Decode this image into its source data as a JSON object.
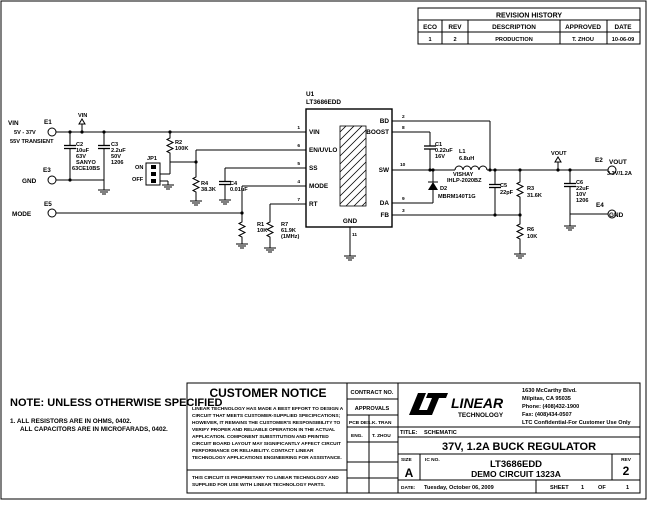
{
  "revision": {
    "title": "REVISION HISTORY",
    "headers": [
      "ECO",
      "REV",
      "DESCRIPTION",
      "APPROVED",
      "DATE"
    ],
    "row": [
      "1",
      "2",
      "PRODUCTION",
      "T. ZHOU",
      "10-06-09"
    ]
  },
  "ic": {
    "ref": "U1",
    "part": "LT3686EDD",
    "pins_left": [
      "VIN",
      "EN/UVLO",
      "SS",
      "MODE",
      "RT"
    ],
    "pins_left_num": [
      "1",
      "6",
      "5",
      "4",
      "7"
    ],
    "pins_right": [
      "BD",
      "BOOST",
      "SW",
      "DA",
      "FB"
    ],
    "pins_right_num": [
      "2",
      "8",
      "10",
      "9",
      "3"
    ],
    "gnd": "GND",
    "gnd_num": "11"
  },
  "terminals": {
    "e1": "E1",
    "e1_label": "VIN",
    "e1_note1": "5V - 37V",
    "e1_note2": "55V TRANSIENT",
    "e3": "E3",
    "e3_label": "GND",
    "e5": "E5",
    "e5_label": "MODE",
    "e2": "E2",
    "e2_label": "VOUT",
    "e2_note": "3.3V/1.2A",
    "e4": "E4",
    "e4_label": "GND"
  },
  "nets": {
    "vin": "VIN",
    "vout": "VOUT"
  },
  "parts": {
    "c2": [
      "C2",
      "10uF",
      "63V",
      "SANYO",
      "63CE10BS"
    ],
    "c3": [
      "C3",
      "2.2uF",
      "50V",
      "1206"
    ],
    "r2": [
      "R2",
      "100K"
    ],
    "jp1": [
      "JP1",
      "ON",
      "OFF"
    ],
    "r4": [
      "R4",
      "38.3K"
    ],
    "c4": [
      "C4",
      "0.01uF"
    ],
    "r1": [
      "R1",
      "10K"
    ],
    "r7": [
      "R7",
      "61.9K",
      "(1MHz)"
    ],
    "c1": [
      "C1",
      "0.22uF",
      "16V"
    ],
    "l1": [
      "L1",
      "6.8uH",
      "VISHAY",
      "IHLP-2020BZ"
    ],
    "d2": [
      "D2",
      "MBRM140T1G"
    ],
    "c5": [
      "C5",
      "22pF"
    ],
    "r3": [
      "R3",
      "31.6K"
    ],
    "r6": [
      "R6",
      "10K"
    ],
    "c6": [
      "C6",
      "22uF",
      "10V",
      "1206"
    ]
  },
  "notes": {
    "title": "NOTE: UNLESS OTHERWISE SPECIFIED",
    "line1": "1.  ALL RESISTORS ARE IN OHMS, 0402.",
    "line2": "ALL CAPACITORS ARE IN MICROFARADS, 0402."
  },
  "notice": {
    "title": "CUSTOMER NOTICE",
    "body": [
      "LINEAR TECHNOLOGY HAS MADE A BEST EFFORT TO DESIGN A",
      "CIRCUIT THAT MEETS CUSTOMER-SUPPLIED SPECIFICATIONS;",
      "HOWEVER, IT REMAINS THE CUSTOMER'S RESPONSIBILITY TO",
      "VERIFY PROPER AND RELIABLE OPERATION IN THE ACTUAL",
      "APPLICATION. COMPONENT SUBSTITUTION AND PRINTED",
      "CIRCUIT BOARD LAYOUT MAY SIGNIFICANTLY AFFECT CIRCUIT",
      "PERFORMANCE OR RELIABILITY. CONTACT LINEAR",
      "TECHNOLOGY APPLICATIONS ENGINEERING FOR ASSISTANCE."
    ],
    "footer": [
      "THIS CIRCUIT IS PROPRIETARY TO LINEAR TECHNOLOGY AND",
      "SUPPLIED FOR USE WITH LINEAR TECHNOLOGY PARTS."
    ]
  },
  "contract": {
    "contract_no": "CONTRACT NO.",
    "approvals": "APPROVALS",
    "pcb_des": "PCB DES.",
    "pcb_des_name": "K. TRAN",
    "eng": "ENG.",
    "eng_name": "T. ZHOU"
  },
  "company": {
    "logo": "LINEAR",
    "logo_sub": "TECHNOLOGY",
    "address": [
      "1630 McCarthy Blvd.",
      "Milpitas, CA 95035",
      "Phone: (408)432-1900",
      "Fax: (408)434-0507",
      "LTC Confidential-For Customer Use Only"
    ]
  },
  "title_block": {
    "title_label": "TITLE:",
    "title_value": "SCHEMATIC",
    "main_title": "37V, 1.2A BUCK REGULATOR",
    "size_label": "SIZE",
    "size": "A",
    "icno_label": "IC NO.",
    "icno": "LT3686EDD",
    "demo": "DEMO CIRCUIT 1323A",
    "rev_label": "REV",
    "rev": "2",
    "date_label": "DATE:",
    "date": "Tuesday, October 06, 2009",
    "sheet_label": "SHEET",
    "sheet": "1",
    "of_label": "OF",
    "of": "1"
  }
}
